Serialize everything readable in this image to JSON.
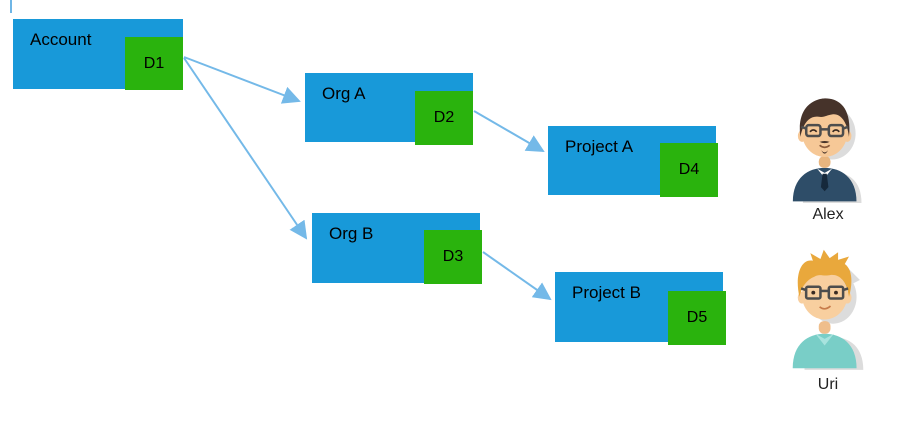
{
  "diagram": {
    "nodes": [
      {
        "id": "account",
        "label": "Account",
        "badge": "D1"
      },
      {
        "id": "org-a",
        "label": "Org A",
        "badge": "D2"
      },
      {
        "id": "project-a",
        "label": "Project A",
        "badge": "D4"
      },
      {
        "id": "org-b",
        "label": "Org B",
        "badge": "D3"
      },
      {
        "id": "project-b",
        "label": "Project B",
        "badge": "D5"
      }
    ],
    "edges": [
      {
        "from": "D1",
        "to": "Org A"
      },
      {
        "from": "D1",
        "to": "Org B"
      },
      {
        "from": "D2",
        "to": "Project A"
      },
      {
        "from": "D3",
        "to": "Project B"
      }
    ],
    "colors": {
      "node_fill": "#1899d9",
      "badge_fill": "#2ab30d",
      "arrow": "#74b9e8",
      "label_text": "#000000"
    }
  },
  "people": [
    {
      "name": "Alex",
      "avatar": "man-dark-hair-glasses-avatar"
    },
    {
      "name": "Uri",
      "avatar": "man-blond-hair-glasses-avatar"
    }
  ]
}
